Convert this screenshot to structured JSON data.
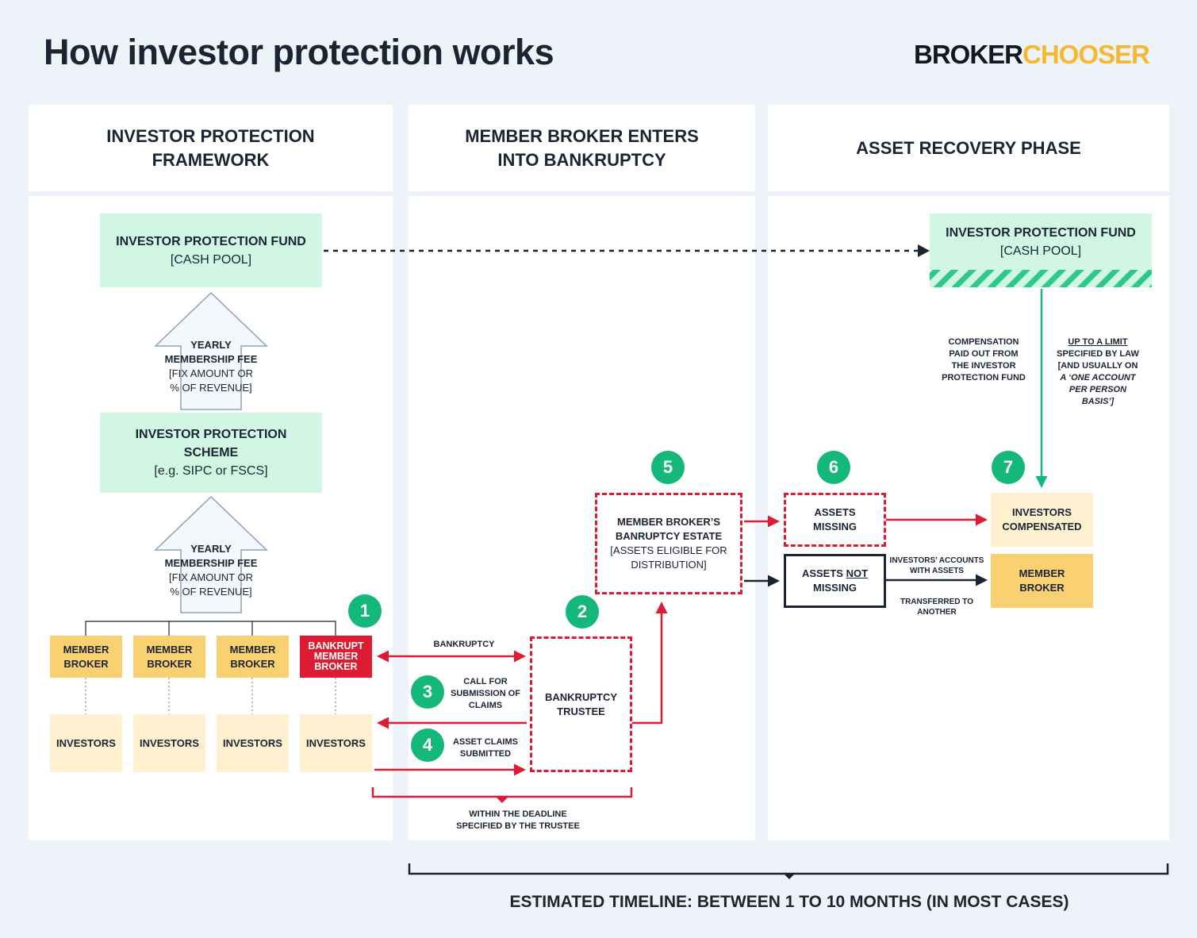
{
  "title": "How investor protection works",
  "logo": {
    "part1": "BROKER",
    "part2": "CHOOSER"
  },
  "columns": [
    {
      "heading_line1": "INVESTOR PROTECTION",
      "heading_line2": "FRAMEWORK"
    },
    {
      "heading_line1": "MEMBER BROKER ENTERS",
      "heading_line2": "INTO BANKRUPTCY"
    },
    {
      "heading_line1": "ASSET RECOVERY PHASE",
      "heading_line2": ""
    }
  ],
  "fund_left": {
    "title": "INVESTOR PROTECTION FUND",
    "sub": "[CASH POOL]"
  },
  "fund_right": {
    "title": "INVESTOR PROTECTION FUND",
    "sub": "[CASH POOL]"
  },
  "fee_upper": {
    "line1": "YEARLY",
    "line2": "MEMBERSHIP FEE",
    "line3": "[FIX AMOUNT OR",
    "line4": "% OF REVENUE]"
  },
  "fee_lower": {
    "line1": "YEARLY",
    "line2": "MEMBERSHIP FEE",
    "line3": "[FIX AMOUNT OR",
    "line4": "% OF REVENUE]"
  },
  "scheme": {
    "line1": "INVESTOR PROTECTION",
    "line2": "SCHEME",
    "sub": "[e.g. SIPC or FSCS]"
  },
  "brokers": [
    {
      "line1": "MEMBER",
      "line2": "BROKER",
      "line3": ""
    },
    {
      "line1": "MEMBER",
      "line2": "BROKER",
      "line3": ""
    },
    {
      "line1": "MEMBER",
      "line2": "BROKER",
      "line3": ""
    },
    {
      "line1": "BANKRUPT",
      "line2": "MEMBER",
      "line3": "BROKER"
    }
  ],
  "investors_label": "INVESTORS",
  "steps": [
    "1",
    "2",
    "3",
    "4",
    "5",
    "6",
    "7"
  ],
  "trustee": {
    "line1": "BANKRUPTCY",
    "line2": "TRUSTEE"
  },
  "estate": {
    "line1": "MEMBER BROKER’S",
    "line2": "BANRUPTCY ESTATE",
    "line3": "[ASSETS ELIGIBLE FOR",
    "line4": "DISTRIBUTION]"
  },
  "assets_missing": {
    "line1": "ASSETS",
    "line2": "MISSING"
  },
  "assets_not_missing": {
    "part1": "ASSETS ",
    "part2": "NOT",
    "line2": "MISSING"
  },
  "investors_compensated": {
    "line1": "INVESTORS",
    "line2": "COMPENSATED"
  },
  "member_broker_right": {
    "line1": "MEMBER",
    "line2": "BROKER"
  },
  "labels": {
    "bankruptcy": "BANKRUPTCY",
    "call_claims": [
      "CALL FOR",
      "SUBMISSION OF",
      "CLAIMS"
    ],
    "asset_claims": [
      "ASSET CLAIMS",
      "SUBMITTED"
    ],
    "deadline": [
      "WITHIN THE DEADLINE",
      "SPECIFIED BY THE TRUSTEE"
    ],
    "accounts_with_assets": [
      "INVESTORS’ ACCOUNTS",
      "WITH ASSETS"
    ],
    "transferred": [
      "TRANSFERRED TO",
      "ANOTHER"
    ],
    "compensation_paid": [
      "COMPENSATION",
      "PAID OUT FROM",
      "THE INVESTOR",
      "PROTECTION FUND"
    ],
    "limit": [
      "UP TO A LIMIT",
      "SPECIFIED BY LAW",
      "[AND USUALLY ON",
      "A ‘ONE ACCOUNT",
      "PER PERSON",
      "BASIS’]"
    ]
  },
  "timeline": "ESTIMATED TIMELINE: BETWEEN 1 TO 10 MONTHS (IN MOST CASES)",
  "colors": {
    "green": "#d1f7e4",
    "accent_green": "#14b87a",
    "yellow": "#fad171",
    "cream": "#fff0cf",
    "red": "#dd1c34",
    "dark": "#1b2433"
  }
}
